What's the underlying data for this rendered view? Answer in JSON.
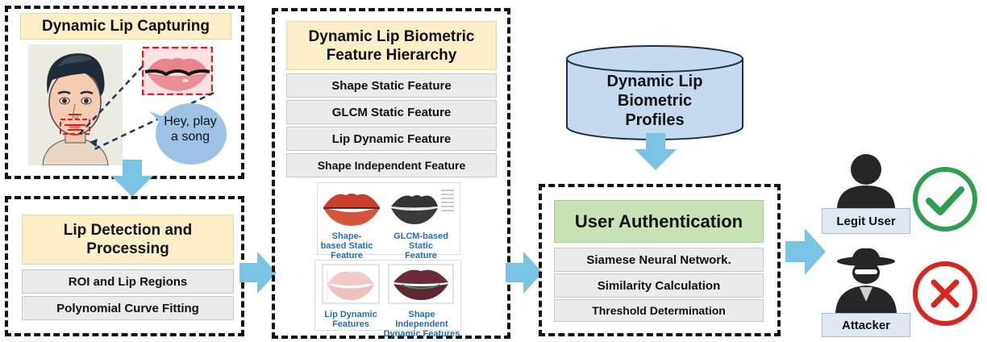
{
  "capture": {
    "title": "Dynamic Lip Capturing",
    "speech": "Hey, play a song"
  },
  "detection": {
    "title": "Lip Detection and Processing",
    "items": [
      "ROI and Lip Regions",
      "Polynomial Curve Fitting"
    ]
  },
  "hierarchy": {
    "title": "Dynamic Lip Biometric Feature Hierarchy",
    "items": [
      "Shape Static Feature",
      "GLCM Static Feature",
      "Lip Dynamic Feature",
      "Shape Independent Feature"
    ],
    "captions": [
      "Shape-based Static Feature",
      "GLCM-based Static Feature",
      "Lip Dynamic Features",
      "Shape Independent Dynamic Features"
    ]
  },
  "profiles": {
    "label": "Dynamic Lip Biometric Profiles"
  },
  "auth": {
    "title": "User Authentication",
    "items": [
      "Siamese Neural Network.",
      "Similarity Calculation",
      "Threshold Determination"
    ]
  },
  "outcomes": {
    "legit": "Legit User",
    "attacker": "Attacker"
  },
  "colors": {
    "arrow": "#78c3e6",
    "accept": "#2e9e4f",
    "reject": "#d7261e",
    "title_bg": "#fdf0c8",
    "auth_bg": "#c8e2b4",
    "db_bg": "#c5daef"
  }
}
